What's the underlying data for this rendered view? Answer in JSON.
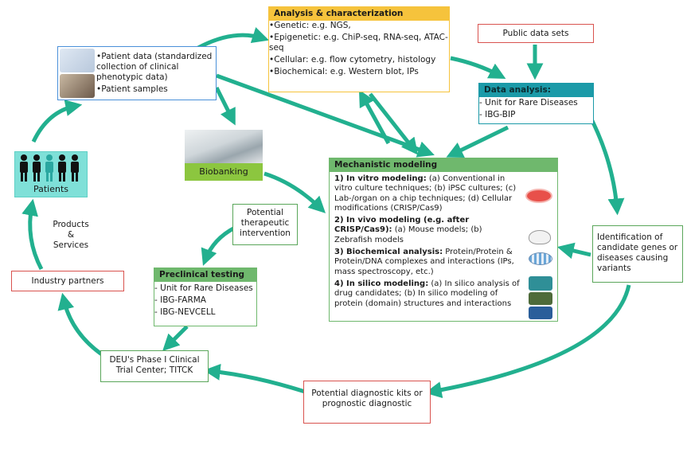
{
  "patients": {
    "label": "Patients"
  },
  "patient_data": {
    "items": [
      "Patient data (standardized collection of clinical phenotypic data)",
      "Patient samples"
    ]
  },
  "analysis": {
    "title": "Analysis & characterization",
    "items": [
      "Genetic: e.g. NGS,",
      "Epigenetic: e.g. ChiP-seq, RNA-seq, ATAC-seq",
      "Cellular: e.g. flow cytometry, histology",
      "Biochemical: e.g. Western blot, IPs"
    ]
  },
  "public_data": {
    "label": "Public data sets"
  },
  "data_analysis": {
    "title": "Data analysis:",
    "items": [
      "Unit for Rare Diseases",
      "IBG-BIP"
    ]
  },
  "biobanking": {
    "label": "Biobanking"
  },
  "mechanistic": {
    "title": "Mechanistic modeling",
    "items": [
      {
        "head": "1) In vitro modeling:",
        "text": "(a) Conventional in vitro culture techniques; (b) iPSC cultures; (c) Lab-/organ on a chip techniques; (d) Cellular modifications (CRISP/Cas9)"
      },
      {
        "head": "2) In vivo modeling (e.g. after CRISP/Cas9):",
        "text": "(a) Mouse models; (b) Zebrafish models"
      },
      {
        "head": "3) Biochemical analysis:",
        "text": "Protein/Protein & Protein/DNA complexes and interactions (IPs, mass spectroscopy, etc.)"
      },
      {
        "head": "4) In silico modeling:",
        "text": "(a) In silico analysis of drug candidates; (b) In silico modeling of protein (domain) structures and interactions"
      }
    ]
  },
  "therapeutic": {
    "label": "Potential therapeutic intervention"
  },
  "identification": {
    "label": "Identification of candidate genes or diseases causing variants"
  },
  "products": {
    "label": "Products & Services"
  },
  "industry": {
    "label": "Industry partners"
  },
  "preclinical": {
    "title": "Preclinical testing",
    "items": [
      "Unit for Rare Diseases",
      "IBG-FARMA",
      "IBG-NEVCELL"
    ]
  },
  "deu": {
    "label": "DEU's Phase I Clinical Trial Center; TITCK"
  },
  "diagnostic": {
    "label": "Potential diagnostic kits or prognostic diagnostic"
  },
  "colors": {
    "arrow": "#22b08f",
    "analysis_header": "#f6c33c",
    "data_analysis_header": "#1b9aa8",
    "mechanistic_header": "#6fb86d",
    "preclinical_header": "#6fb86d",
    "biobanking": "#8cc63f",
    "patients_bg": "#7fe0d8",
    "red_border": "#d9534f",
    "green_border": "#5aa65a",
    "blue_border": "#4a90d9"
  }
}
